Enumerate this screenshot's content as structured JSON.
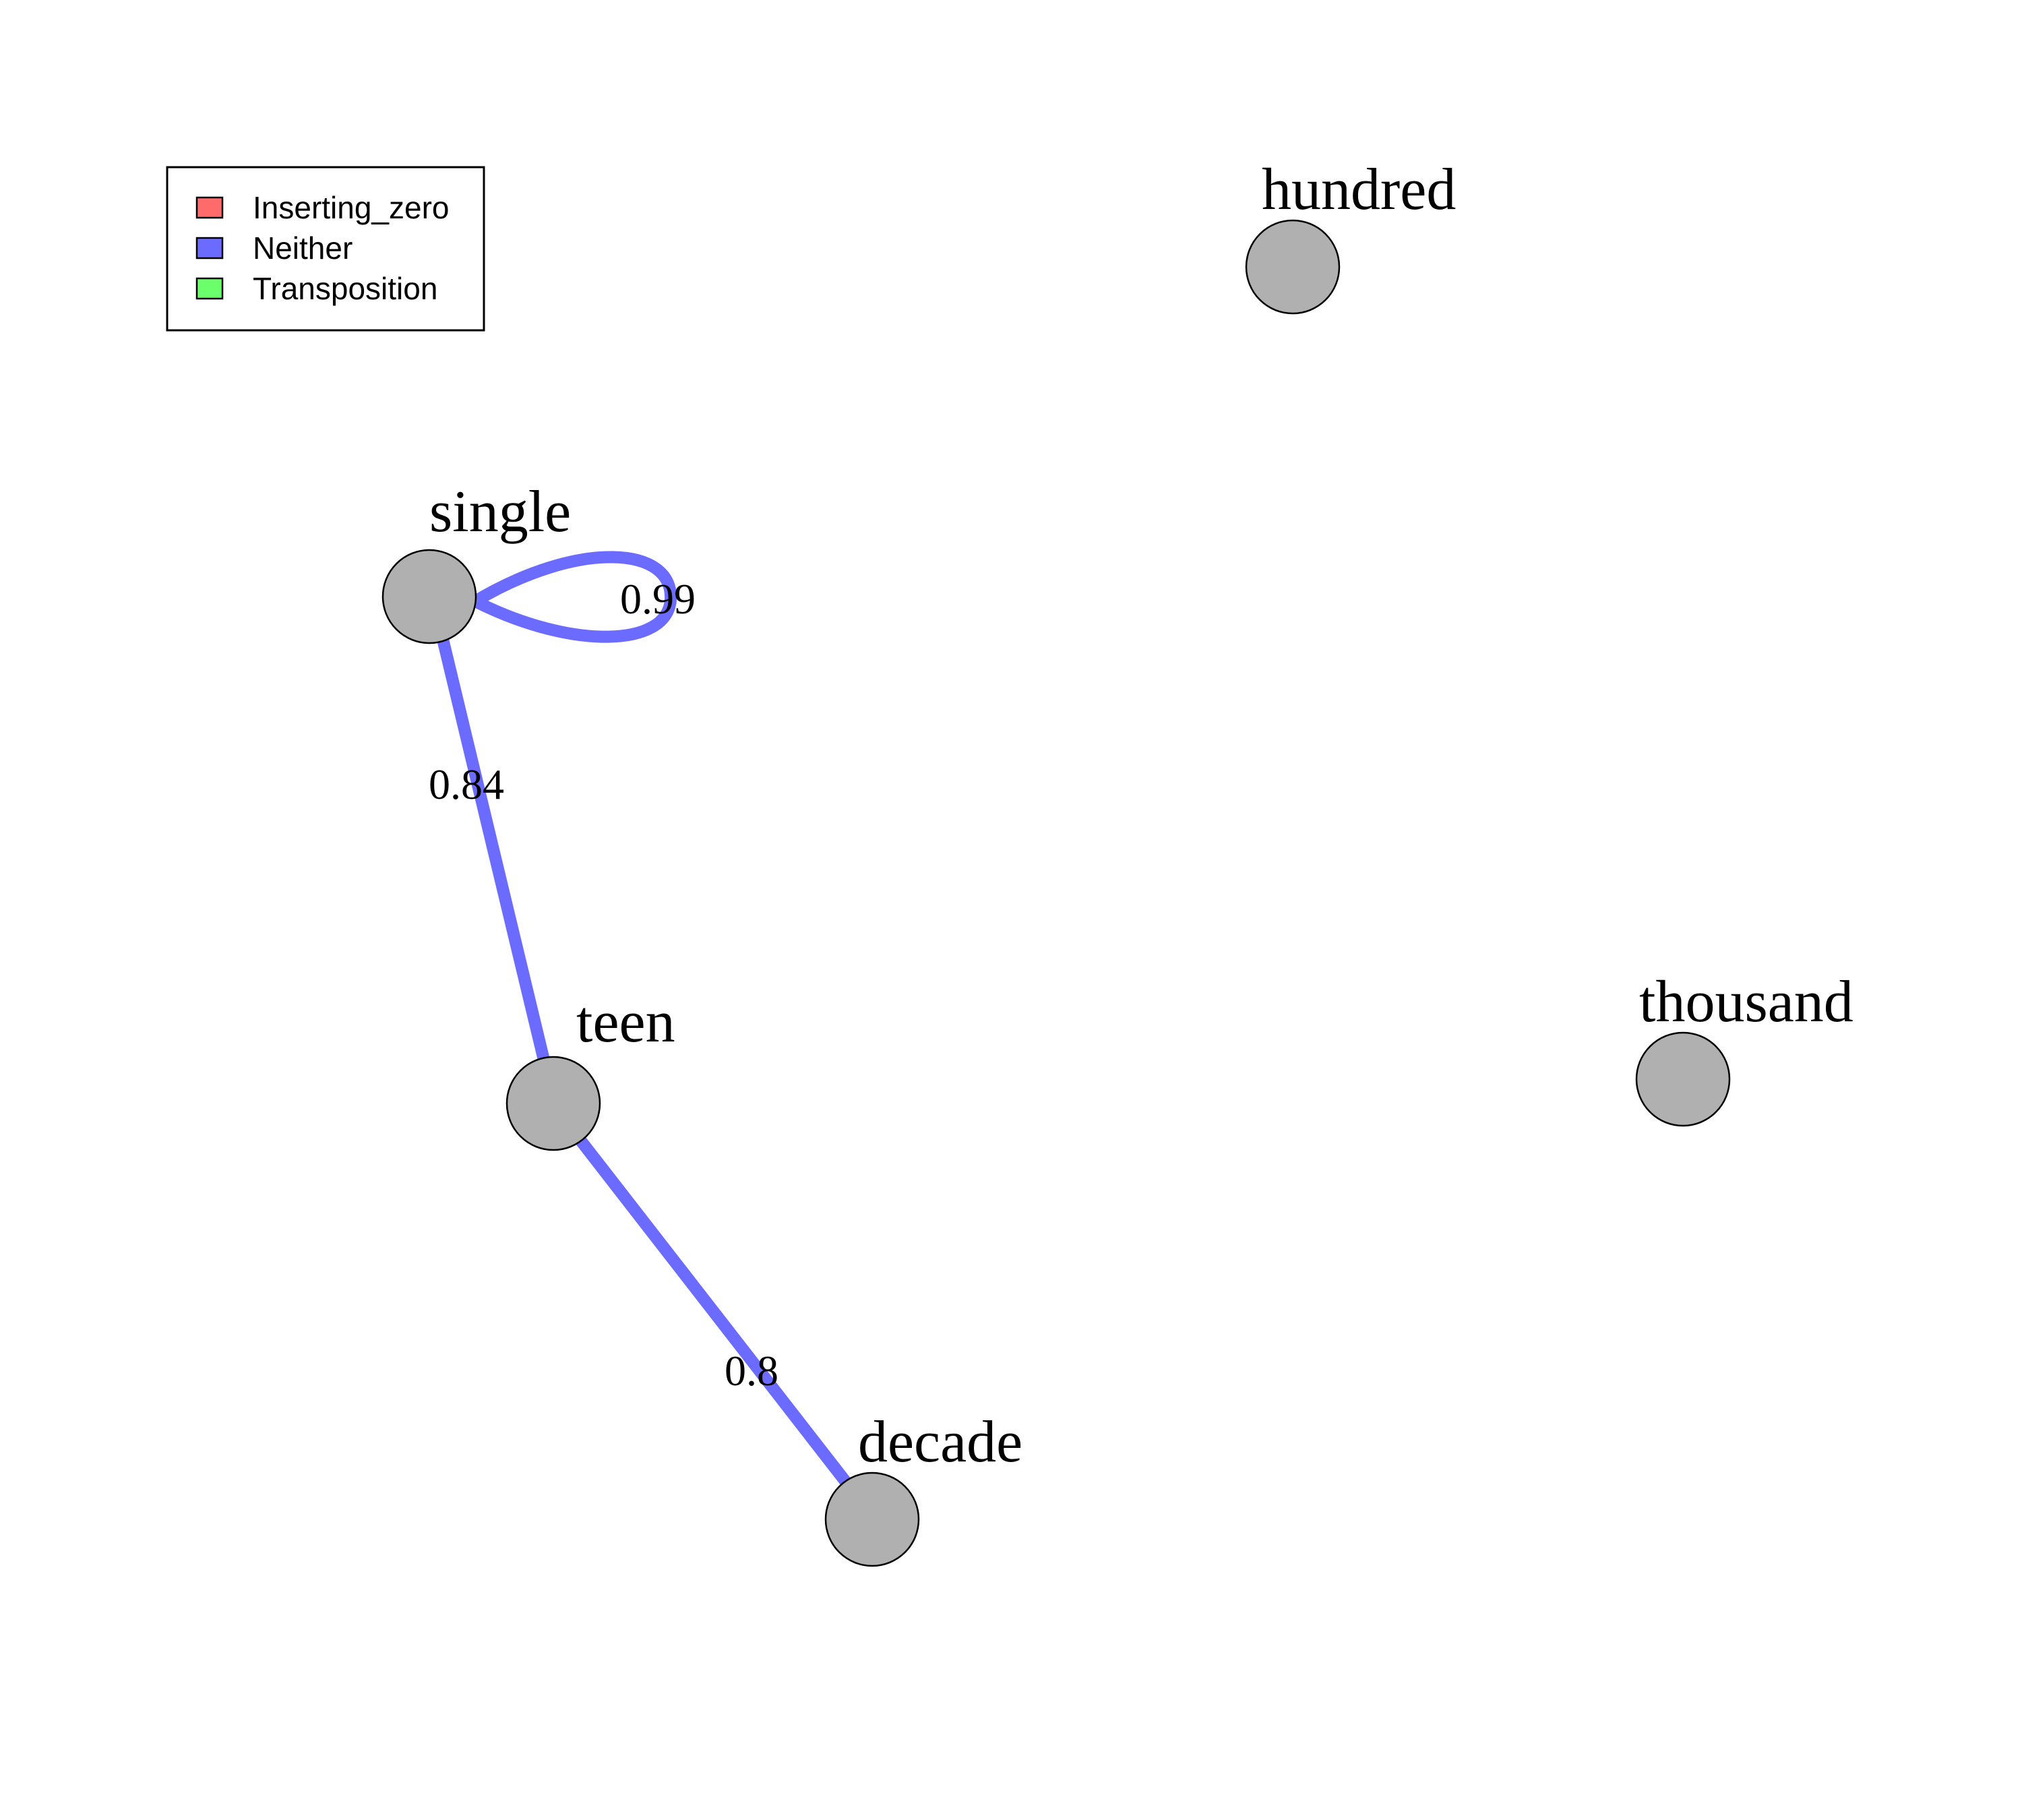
{
  "legend": {
    "items": [
      {
        "label": "Inserting_zero",
        "color": "#ff6b6b"
      },
      {
        "label": "Neither",
        "color": "#6b6bff"
      },
      {
        "label": "Transposition",
        "color": "#6bff6b"
      }
    ]
  },
  "nodes": [
    {
      "id": "hundred",
      "label": "hundred"
    },
    {
      "id": "single",
      "label": "single"
    },
    {
      "id": "teen",
      "label": "teen"
    },
    {
      "id": "thousand",
      "label": "thousand"
    },
    {
      "id": "decade",
      "label": "decade"
    }
  ],
  "edges": [
    {
      "from": "single",
      "to": "single",
      "weight": "0.99",
      "category": "Neither"
    },
    {
      "from": "single",
      "to": "teen",
      "weight": "0.84",
      "category": "Neither"
    },
    {
      "from": "teen",
      "to": "decade",
      "weight": "0.8",
      "category": "Neither"
    }
  ],
  "colors": {
    "node_fill": "#b0b0b0",
    "node_stroke": "#000000",
    "edge_neither": "#6b6bff"
  }
}
